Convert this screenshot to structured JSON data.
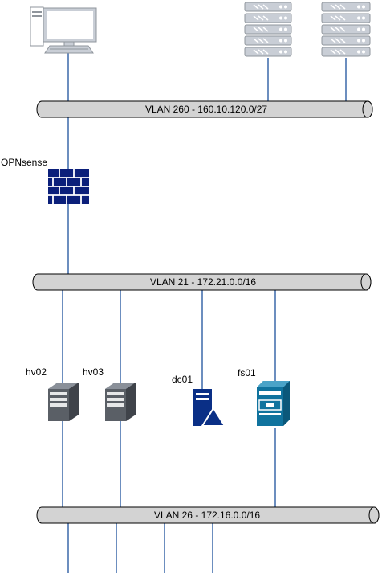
{
  "colors": {
    "line": "#6c8ebf",
    "bus_fill": "#d3d3d3",
    "bus_stroke": "#000000",
    "icon_gray": "#c9ced6",
    "firewall": "#0b1f7a",
    "dc_blue": "#0a2f86",
    "fs_teal": "#10739e",
    "server_dark": "#5a5f66"
  },
  "buses": {
    "vlan260": {
      "label": "VLAN 260 - 160.10.120.0/27"
    },
    "vlan21": {
      "label": "VLAN 21 - 172.21.0.0/16"
    },
    "vlan26": {
      "label": "VLAN 26 - 172.16.0.0/16"
    }
  },
  "nodes": {
    "workstation": {
      "icon": "workstation-icon"
    },
    "rack_server_1": {
      "icon": "rack-server-icon"
    },
    "rack_server_2": {
      "icon": "rack-server-icon"
    },
    "firewall": {
      "label": "OPNsense",
      "icon": "firewall-icon"
    },
    "hv02": {
      "label": "hv02",
      "icon": "tower-server-icon"
    },
    "hv03": {
      "label": "hv03",
      "icon": "tower-server-icon"
    },
    "dc01": {
      "label": "dc01",
      "icon": "domain-controller-icon"
    },
    "fs01": {
      "label": "fs01",
      "icon": "file-server-icon"
    }
  }
}
